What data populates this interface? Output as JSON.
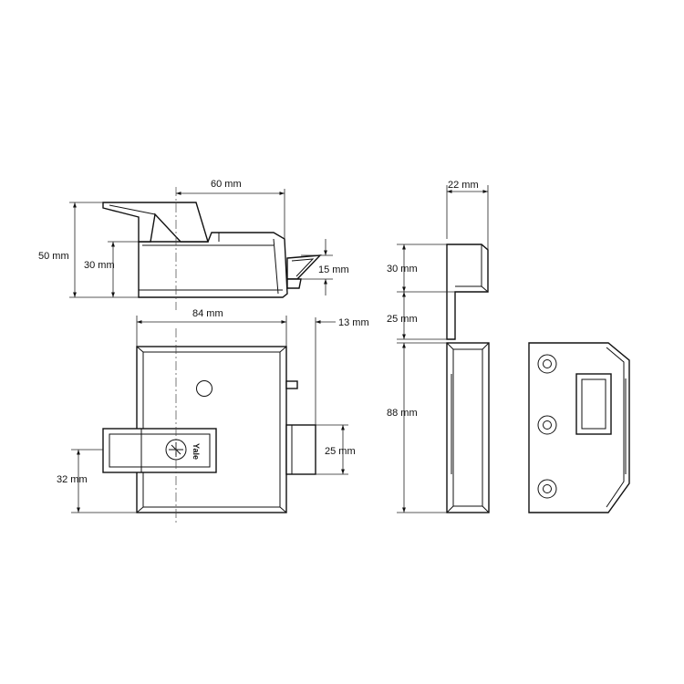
{
  "dimensions": {
    "top_width": "60 mm",
    "top_height": "50 mm",
    "top_body_height": "30 mm",
    "latch_height": "15 mm",
    "front_width": "84 mm",
    "bolt_projection": "13 mm",
    "bolt_height": "25 mm",
    "cylinder_center": "32 mm",
    "side_depth": "22 mm",
    "side_upper": "30 mm",
    "side_gap": "25 mm",
    "side_height": "88 mm"
  },
  "brand_mark": "Yale"
}
